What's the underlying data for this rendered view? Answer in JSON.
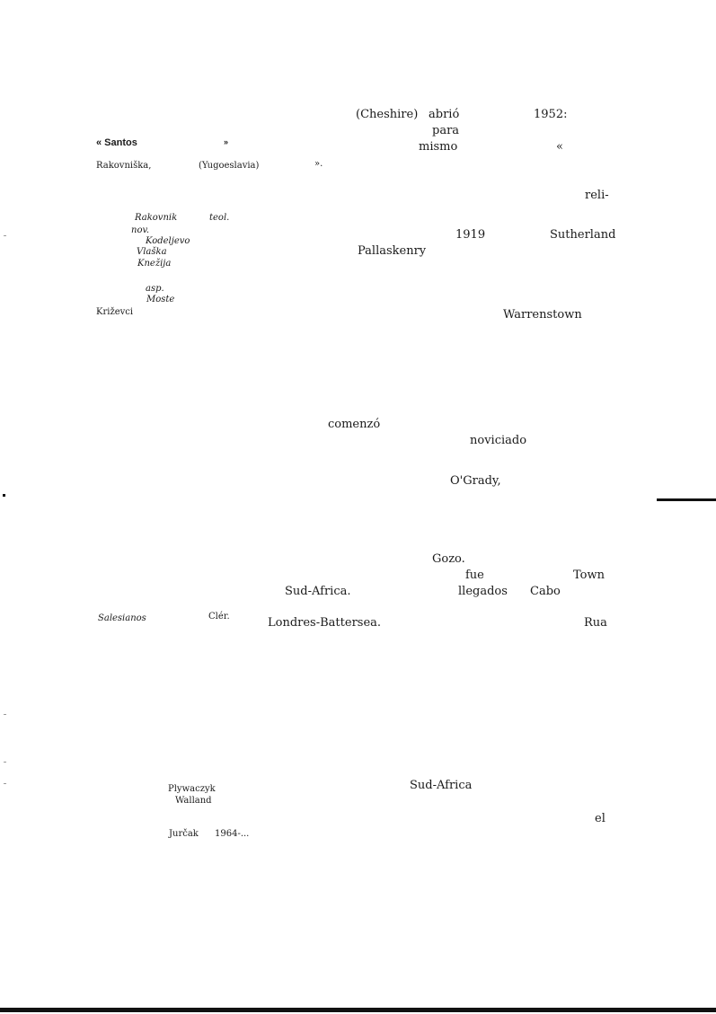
{
  "left_column": {
    "title_open": "« Santos",
    "title_close": "»",
    "line_rakovniska": "Rakovniška,",
    "line_yugoeslavia": "(Yugoeslavia)",
    "close_quote": "».",
    "entries": [
      "Rakovnik",
      "teol.",
      "nov.",
      "Kodeljevo",
      "Vlaška",
      "Knežija",
      "asp.",
      "Moste",
      "Križevci"
    ],
    "salesianos": "Salesianos",
    "cler": "Clér.",
    "plywaczyk": "Plywaczyk",
    "walland": "Walland",
    "jurcak": "Jurčak",
    "years": "1964-..."
  },
  "right_column": {
    "cheshire": "(Cheshire)",
    "abrio": "abrió",
    "year_1952": "1952:",
    "para": "para",
    "mismo": "mismo",
    "open_quote": "«",
    "reli": "reli-",
    "year_1919": "1919",
    "sutherland": "Sutherland",
    "pallaskenry": "Pallaskenry",
    "warrenstown": "Warrenstown",
    "comenzo": "comenzó",
    "noviciado": "noviciado",
    "ogrady": "O'Grady,",
    "gozo": "Gozo.",
    "fue": "fue",
    "town": "Town",
    "sud_africa": "Sud-Africa.",
    "llegados": "llegados",
    "cabo": "Cabo",
    "londres": "Londres-Battersea.",
    "rua": "Rua",
    "sud_africa_2": "Sud-Africa",
    "el": "el"
  }
}
